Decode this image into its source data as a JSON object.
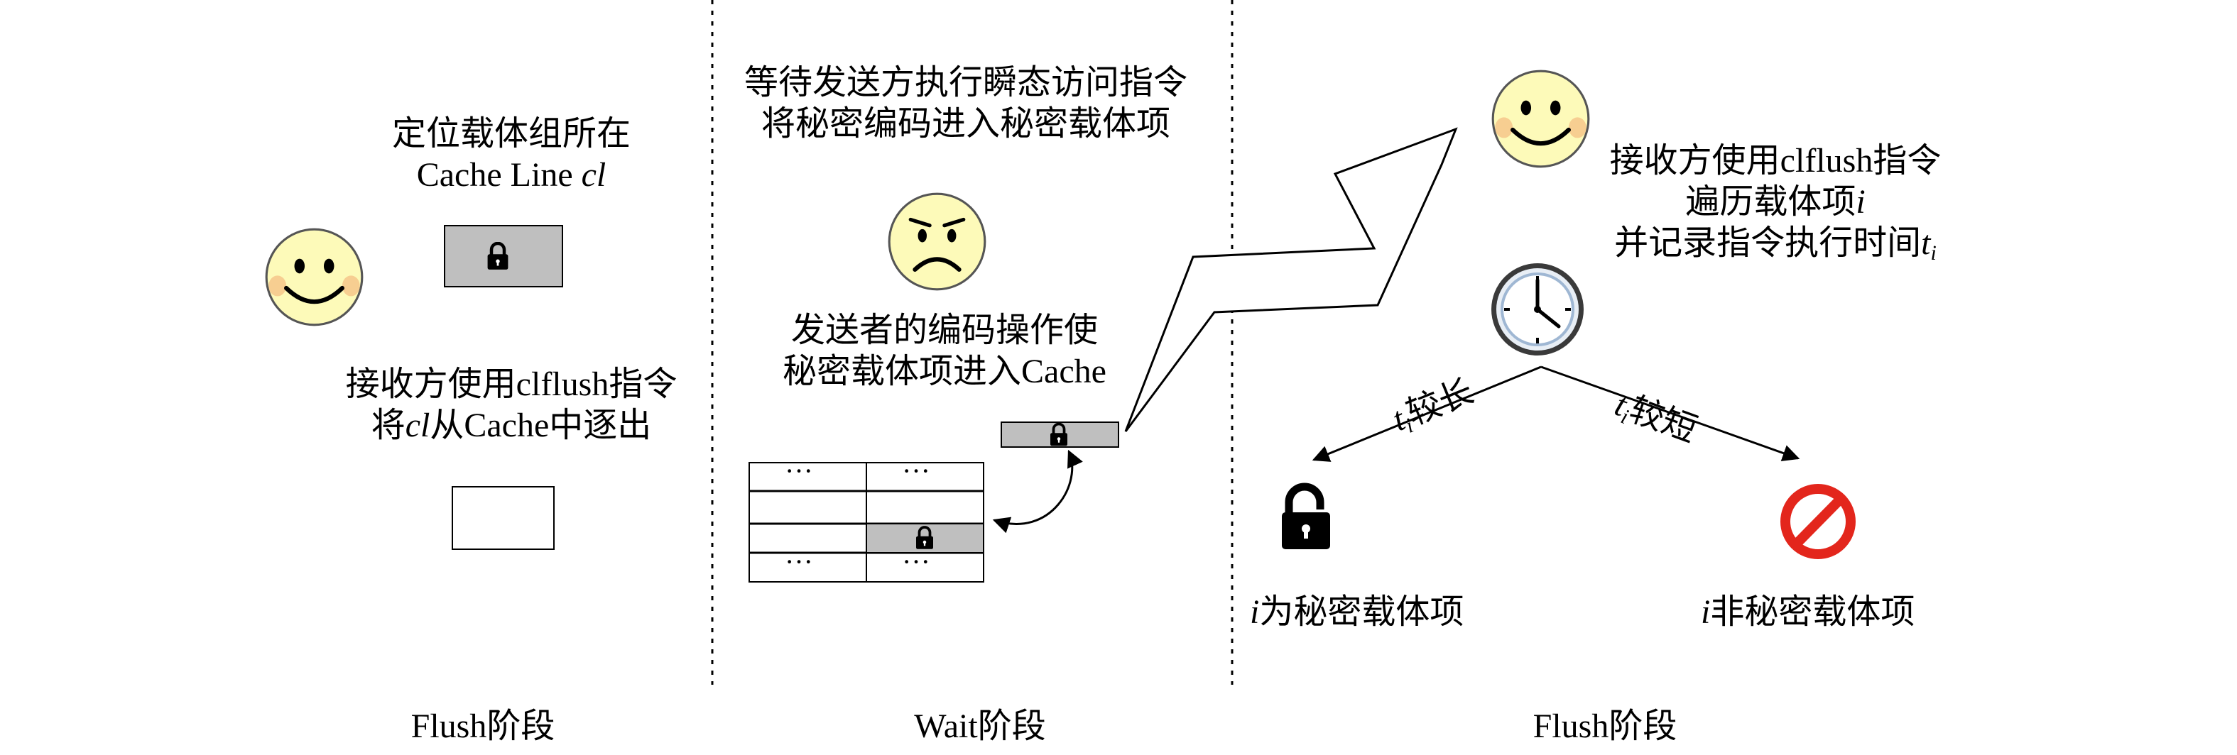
{
  "panels": [
    {
      "phase_label": "Flush阶段",
      "top_text": [
        "定位载体组所在",
        "Cache Line "
      ],
      "top_text_var": "cl",
      "bottom_text_1": "接收方使用clflush指令",
      "bottom_text_2_pre": "将",
      "bottom_text_2_var": "cl",
      "bottom_text_2_post": "从Cache中逐出"
    },
    {
      "phase_label": "Wait阶段",
      "top_text": [
        "等待发送方执行瞬态访问指令",
        "将秘密编码进入秘密载体项"
      ],
      "middle_text": [
        "发送者的编码操作使",
        "秘密载体项进入Cache"
      ],
      "cache_table": [
        [
          "···",
          "···"
        ],
        [
          "",
          ""
        ],
        [
          "",
          "lock"
        ],
        [
          "···",
          "···"
        ]
      ]
    },
    {
      "phase_label": "Flush阶段",
      "desc_1": "接收方使用clflush指令",
      "desc_2_pre": "遍历载体项",
      "desc_2_var": "i",
      "desc_3_pre": "并记录指令执行时间",
      "desc_3_var": "t",
      "desc_3_sub": "i",
      "branch_long_var": "t",
      "branch_long_sub": "i",
      "branch_long_text": "较长",
      "branch_short_var": "t",
      "branch_short_sub": "i",
      "branch_short_text": "较短",
      "result_secret_var": "i",
      "result_secret_text": "为秘密载体项",
      "result_nonsecret_var": "i",
      "result_nonsecret_text": "非秘密载体项"
    }
  ],
  "icons": {
    "receiver_face": "smiley-face-icon",
    "sender_face": "worried-face-icon",
    "lock": "lock-icon",
    "unlock": "unlock-icon",
    "clock": "clock-icon",
    "forbidden": "no-entry-icon"
  },
  "colors": {
    "face_fill": "#fdfab9",
    "cheek": "#f6c58a",
    "gray_box": "#bfbfbf",
    "forbidden_red": "#e3261c"
  }
}
